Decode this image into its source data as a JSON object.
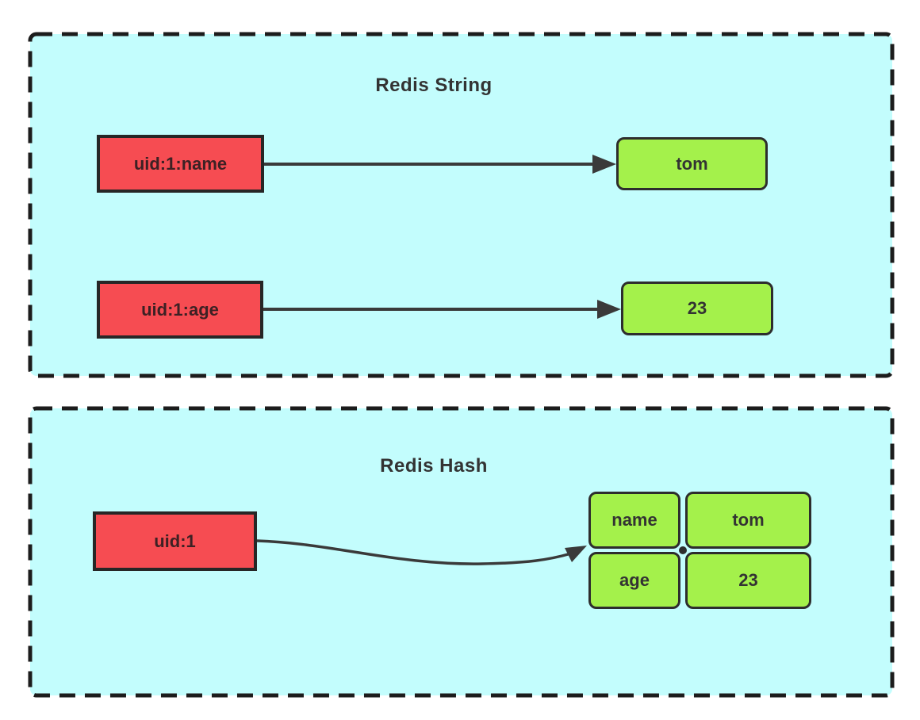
{
  "colors": {
    "page_bg": "#ffffff",
    "panel_bg": "#c3fdfd",
    "panel_border": "#1c1c1c",
    "key_box_bg": "#f64c52",
    "key_box_border": "#262626",
    "key_text": "#3d2124",
    "value_box_bg": "#a4f14b",
    "value_box_border": "#2d2d2d",
    "value_text": "#333333",
    "title_text": "#333333",
    "arrow": "#3a3a3a"
  },
  "string_panel": {
    "title": "Redis String",
    "rows": [
      {
        "key": "uid:1:name",
        "value": "tom"
      },
      {
        "key": "uid:1:age",
        "value": "23"
      }
    ]
  },
  "hash_panel": {
    "title": "Redis Hash",
    "key": "uid:1",
    "fields": [
      {
        "field": "name",
        "value": "tom"
      },
      {
        "field": "age",
        "value": "23"
      }
    ]
  }
}
